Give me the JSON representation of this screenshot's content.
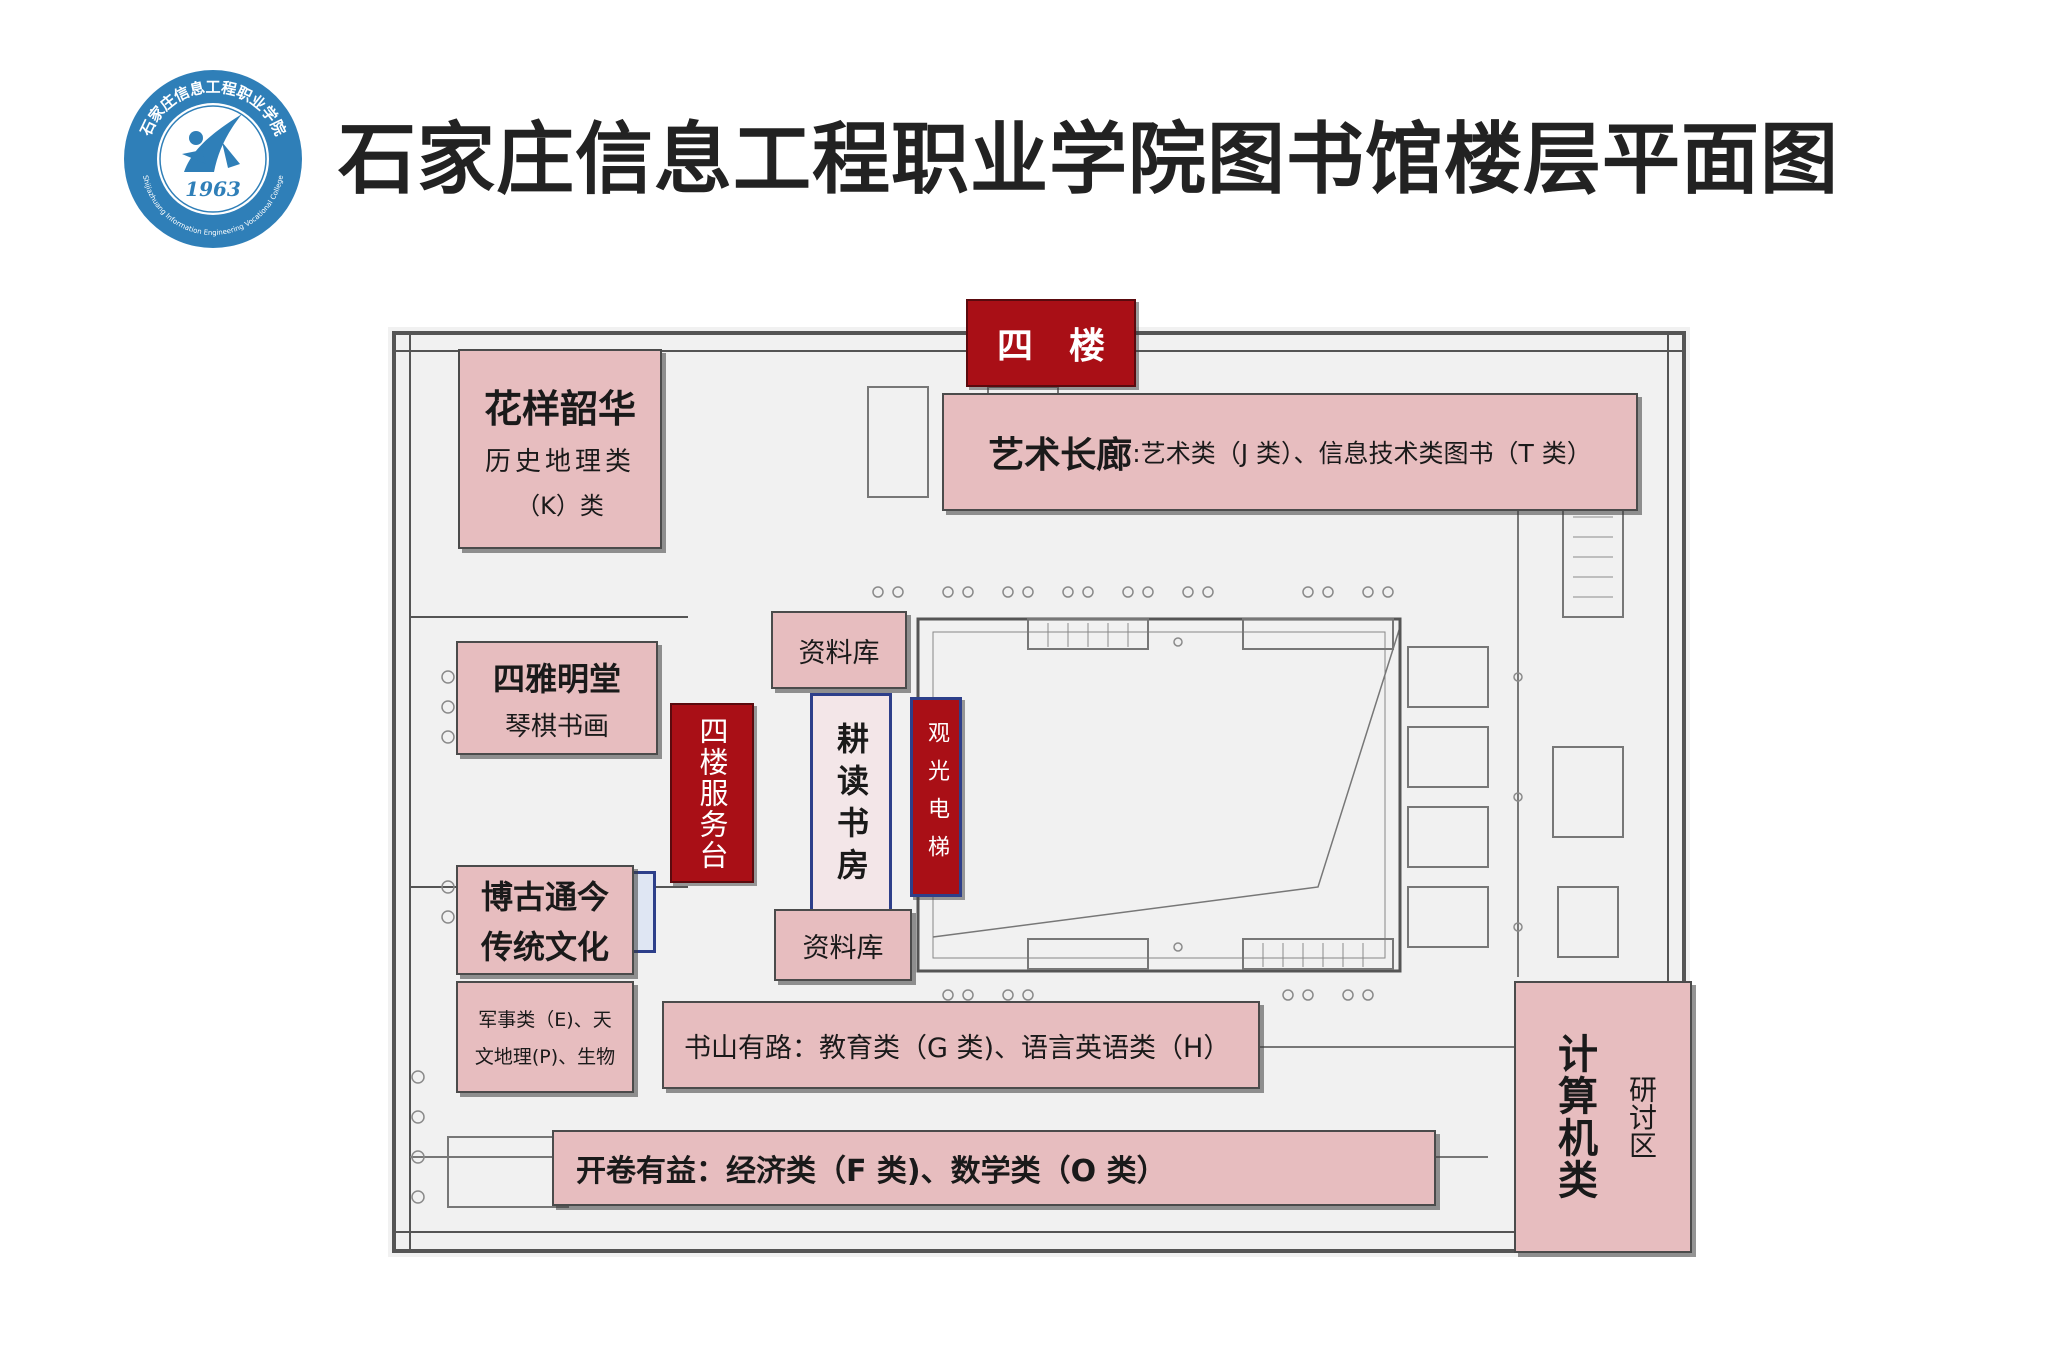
{
  "header": {
    "title": "石家庄信息工程职业学院图书馆楼层平面图",
    "logo": {
      "year": "1963",
      "ring_text_top": "石家庄信息工程职业学院",
      "ring_text_bottom": "Shijiazhuang Information Engineering Vocational College"
    }
  },
  "floor_label": "四　楼",
  "zones": {
    "huayang": {
      "name": "花样韶华",
      "line1": "历史地理类",
      "line2": "（K）类"
    },
    "yishu": {
      "name": "艺术长廊",
      "detail": ":艺术类（J 类）、信息技术类图书（T 类）"
    },
    "siya": {
      "name": "四雅明堂",
      "detail": "琴棋书画"
    },
    "bogu": {
      "line1": "博古通今",
      "line2": "传统文化"
    },
    "junshi": {
      "line1": "军事类（E)、天",
      "line2": "文地理(P)、生物"
    },
    "shushan": {
      "text": "书山有路：教育类（G 类)、语言英语类（H）"
    },
    "kaijuan": {
      "text": "开卷有益：经济类（F 类)、数学类（O 类）"
    },
    "jisuanji": {
      "name": "计算机类",
      "side": "研讨区"
    },
    "ziliaoku_top": "资料库",
    "ziliaoku_bottom": "资料库",
    "gengdu": "耕读书房",
    "service": "四楼服务台",
    "elevator": "观光电梯"
  },
  "colors": {
    "zone_fill": "#e7bdbf",
    "accent_red": "#a90f16",
    "logo_blue": "#2f7fb8",
    "plan_background": "#f1f1f1"
  }
}
